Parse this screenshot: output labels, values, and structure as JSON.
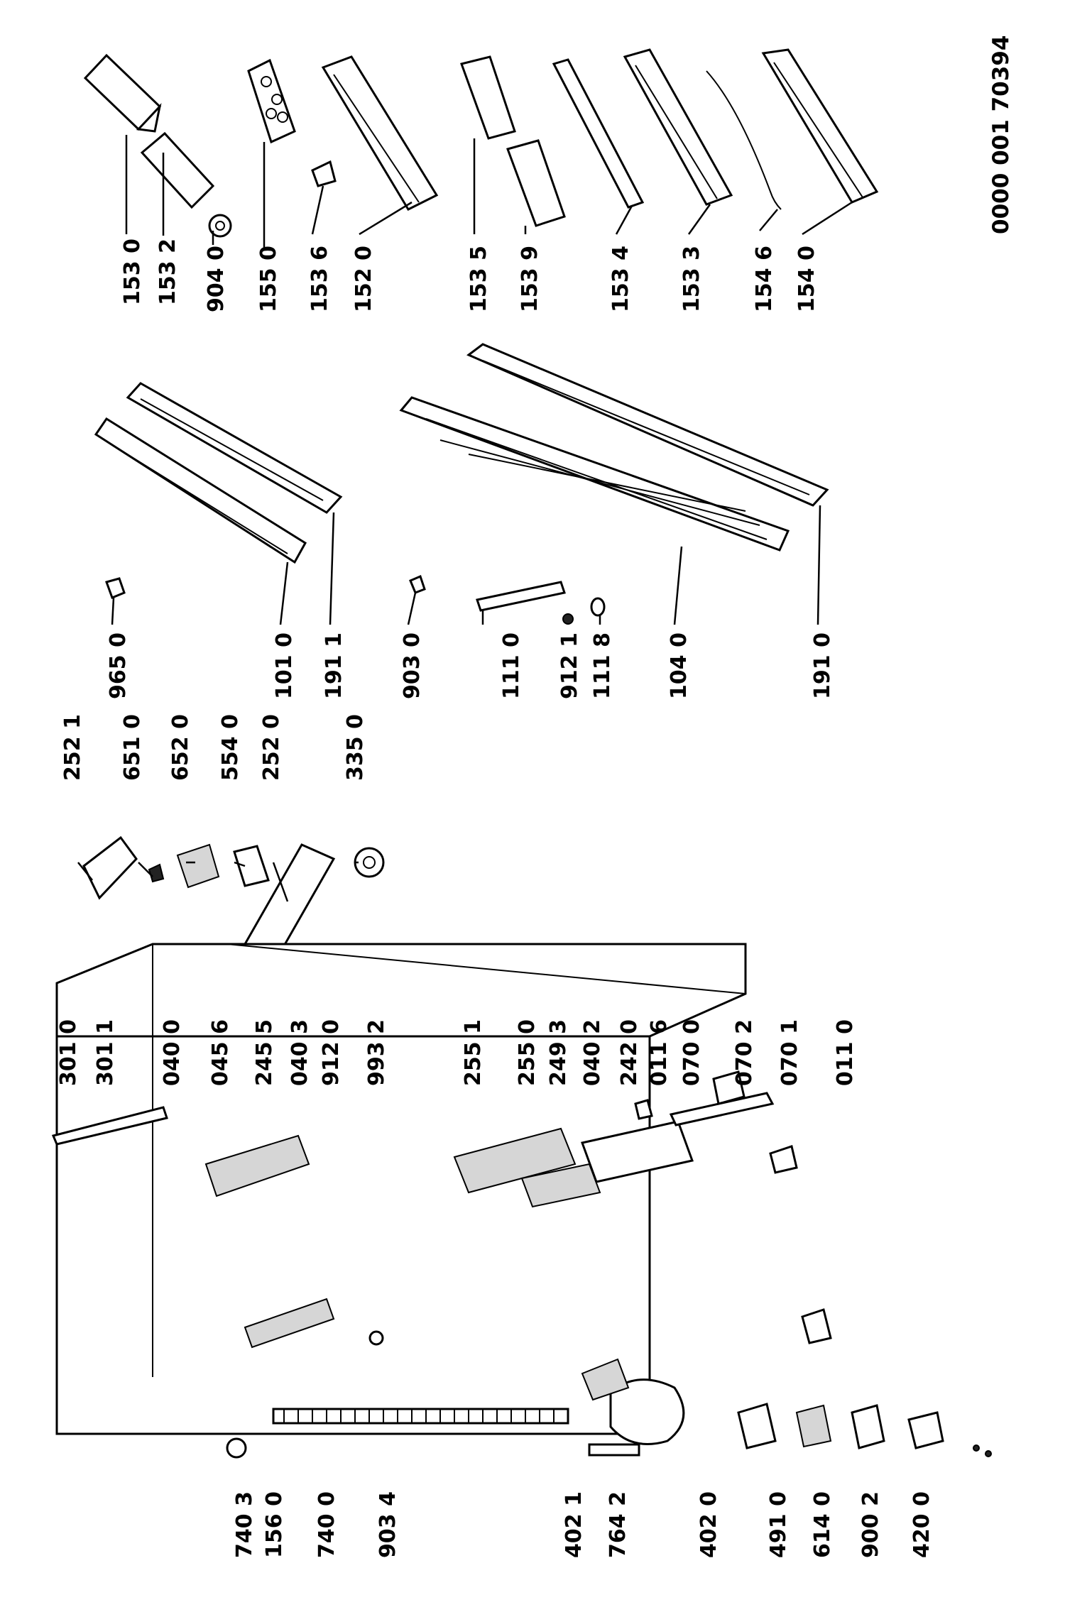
{
  "document_number": "0000 001 70394",
  "colors": {
    "ink": "#000000",
    "paper": "#ffffff",
    "shade": "#d6d6d6"
  },
  "labels": {
    "p1530": "153 0",
    "p1532": "153 2",
    "p9040": "904 0",
    "p1550": "155 0",
    "p1536": "153 6",
    "p1520": "152 0",
    "p1535": "153 5",
    "p1539": "153 9",
    "p1534": "153 4",
    "p1533": "153 3",
    "p1546": "154 6",
    "p1540": "154 0",
    "p9650": "965 0",
    "p1010": "101 0",
    "p1911": "191 1",
    "p9030": "903 0",
    "p1110": "111 0",
    "p9121": "912 1",
    "p1118": "111 8",
    "p1040": "104 0",
    "p1910": "191 0",
    "p2521": "252 1",
    "p6510": "651 0",
    "p6520": "652 0",
    "p5540": "554 0",
    "p2520": "252 0",
    "p3350": "335 0",
    "p3010": "301 0",
    "p3011": "301 1",
    "p0400": "040 0",
    "p0456": "045 6",
    "p2455": "245 5",
    "p0403": "040 3",
    "p9120": "912 0",
    "p9932": "993 2",
    "p2551": "255 1",
    "p2550": "255 0",
    "p2493": "249 3",
    "p0402": "040 2",
    "p2420": "242 0",
    "p0116": "011 6",
    "p0700": "070 0",
    "p0702": "070 2",
    "p0701": "070 1",
    "p0110": "011 0",
    "p7403": "740 3",
    "p1560": "156 0",
    "p7400": "740 0",
    "p9034": "903 4",
    "p4021": "402 1",
    "p7642": "764 2",
    "p4020": "402 0",
    "p4910": "491 0",
    "p6140": "614 0",
    "p9002": "900 2",
    "p4200": "420 0"
  }
}
